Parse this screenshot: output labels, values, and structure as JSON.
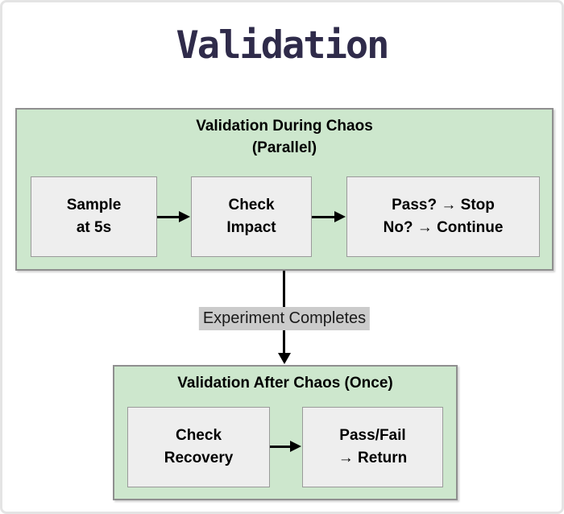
{
  "title": "Validation",
  "colors": {
    "title_color": "#2f2b4a",
    "frame_border": "#e4e4e4",
    "container_fill": "#cde7cd",
    "container_border": "#8f8f8f",
    "node_fill": "#eeeeee",
    "node_border": "#9a9a9a",
    "label_bg": "#cbcbcb",
    "arrow_color": "#000000"
  },
  "during": {
    "title_line1": "Validation During Chaos",
    "title_line2": "(Parallel)",
    "nodes": [
      {
        "line1": "Sample",
        "line2": "at 5s"
      },
      {
        "line1": "Check",
        "line2": "Impact"
      },
      {
        "line1": "Pass? → Stop",
        "line2": "No? → Continue"
      }
    ]
  },
  "transition_label": "Experiment Completes",
  "after": {
    "title": "Validation After Chaos (Once)",
    "nodes": [
      {
        "line1": "Check",
        "line2": "Recovery"
      },
      {
        "line1": "Pass/Fail",
        "line2": "→ Return"
      }
    ]
  }
}
